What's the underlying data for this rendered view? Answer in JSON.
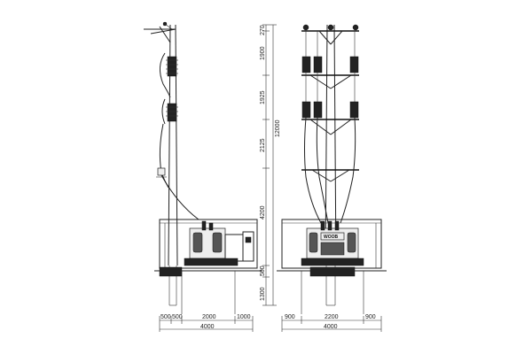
{
  "left_view": {
    "dims_bottom": [
      "500",
      "500",
      "2000",
      "1000"
    ],
    "total": "4000"
  },
  "right_view": {
    "dims_bottom": [
      "900",
      "2200",
      "900"
    ],
    "total": "4000",
    "transformer_label": "WOOB"
  },
  "vertical_dims": {
    "segments": [
      "270",
      "1900",
      "1925",
      "2125",
      "4200",
      "500",
      "1300"
    ],
    "total": "12000"
  },
  "colors": {
    "line": "#222222",
    "background": "#ffffff"
  }
}
